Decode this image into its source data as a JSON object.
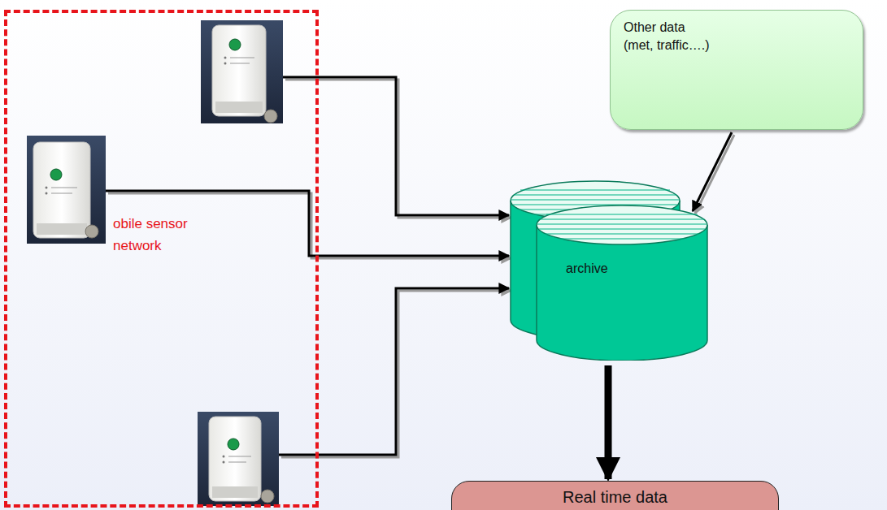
{
  "diagram": {
    "nodes": [
      {
        "text": [
          "obile sensor network"
        ]
      },
      {
        "text": [
          "archive"
        ]
      },
      {
        "text": [
          "Other data (met, traffic….)"
        ]
      },
      {
        "text": [
          "Real time data"
        ]
      }
    ],
    "edges": [
      {
        "from": 0,
        "to": 1,
        "arrow": "to"
      },
      {
        "from": 0,
        "to": 1,
        "arrow": "to"
      },
      {
        "from": 0,
        "to": 1,
        "arrow": "to"
      },
      {
        "from": 2,
        "to": 1,
        "arrow": "to"
      },
      {
        "from": 1,
        "to": 3,
        "arrow": "to"
      }
    ]
  }
}
